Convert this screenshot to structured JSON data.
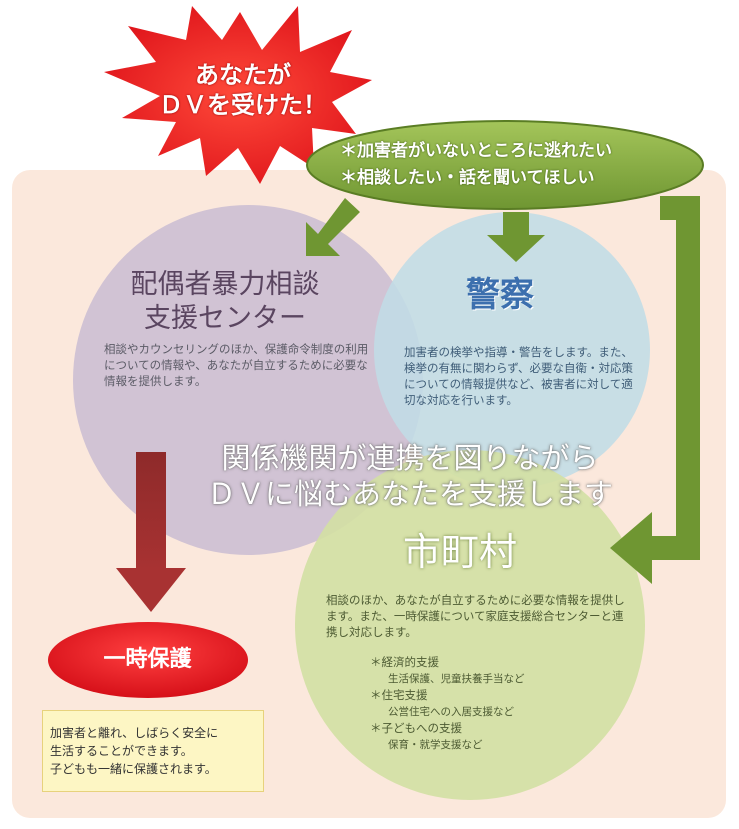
{
  "starburst": {
    "lines": [
      "あなたが",
      "ＤＶを受けた！"
    ]
  },
  "bubble": {
    "lines": [
      "＊加害者がいないところに逃れたい",
      "＊相談したい・話を聞いてほしい"
    ]
  },
  "haigusha_center": {
    "title_lines": [
      "配偶者暴力相談",
      "支援センター"
    ],
    "description": "相談やカウンセリングのほか、保護命令制度の利用についての情報や、あなたが自立するために必要な情報を提供します。"
  },
  "keisatsu": {
    "title": "警察",
    "description": "加害者の検挙や指導・警告をします。また、検挙の有無に関わらず、必要な自衛・対応策についての情報提供など、被害者に対して適切な対応を行います。"
  },
  "cooperation": {
    "lines": [
      "関係機関が連携を図りながら",
      "ＤＶに悩むあなたを支援します"
    ]
  },
  "shichoson": {
    "title": "市町村",
    "description": "相談のほか、あなたが自立するために必要な情報を提供します。また、一時保護について家庭支援総合センターと連携し対応します。",
    "supports": [
      {
        "label": "＊経済的支援",
        "detail": "生活保護、児童扶養手当など"
      },
      {
        "label": "＊住宅支援",
        "detail": "公営住宅への入居支援など"
      },
      {
        "label": "＊子どもへの支援",
        "detail": "保育・就学支援など"
      }
    ]
  },
  "ichiji_hogo": {
    "title": "一時保護",
    "note_lines": [
      "加害者と離れ、しばらく安全に",
      "生活することができます。",
      "子どもも一緒に保護されます。"
    ]
  },
  "colors": {
    "background_panel": "#fbe8dc",
    "haigusha_circle": "#cdbfd3",
    "keisatsu_circle": "#c0dce6",
    "shichoson_circle": "#d3dfa4",
    "green_arrow": "#6f9632",
    "red_arrow": "#8e2a2a",
    "starburst": "#ee1b24",
    "bubble": "#86ad3f",
    "ichiji_oval": "#e31e24"
  }
}
